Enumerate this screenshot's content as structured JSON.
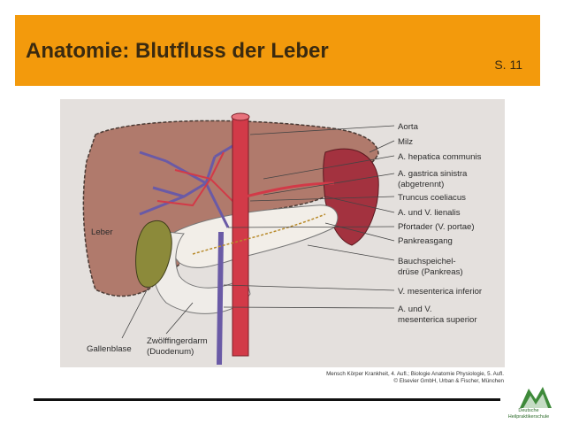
{
  "header": {
    "title": "Anatomie: Blutfluss der Leber",
    "page": "S. 11"
  },
  "labels": {
    "aorta": "Aorta",
    "milz": "Milz",
    "hepatica": "A. hepatica communis",
    "gastrica1": "A. gastrica sinistra",
    "gastrica2": "(abgetrennt)",
    "truncus": "Truncus coeliacus",
    "lienalis": "A. und V. lienalis",
    "pfortader": "Pfortader (V. portae)",
    "pankreasgang": "Pankreasgang",
    "bauch1": "Bauchspeichel-",
    "bauch2": "drüse (Pankreas)",
    "mesinf": "V. mesenterica inferior",
    "messup1": "A. und V.",
    "messup2": "mesenterica superior",
    "leber": "Leber",
    "gallenblase": "Gallenblase",
    "zwoelf1": "Zwölffingerdarm",
    "zwoelf2": "(Duodenum)"
  },
  "credit": {
    "line1": "Mensch Körper Krankheit, 4. Aufl.; Biologie Anatomie Physiologie, 5. Aufl.",
    "line2": "© Elsevier GmbH, Urban & Fischer, München"
  },
  "logo": {
    "line1": "Deutsche",
    "line2": "Heilpraktikerschule"
  },
  "colors": {
    "header": "#f39a0c",
    "liver": "#b07a6c",
    "artery": "#d23a48",
    "vein": "#6a5aa6",
    "gallbladder": "#8c8a3a"
  }
}
